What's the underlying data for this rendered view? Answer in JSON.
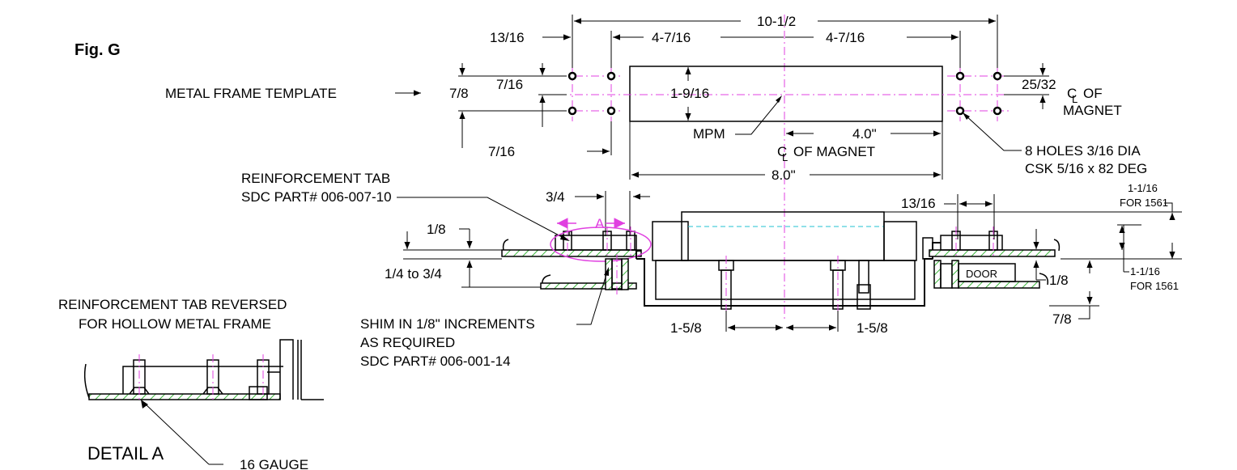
{
  "figure": {
    "title": "Fig. G"
  },
  "template": {
    "label": "METAL FRAME TEMPLATE",
    "dims": {
      "overall": "10-1/2",
      "left_half": "4-7/16",
      "right_half": "4-7/16",
      "edge_offset": "13/16",
      "hole_spacing_v": "7/8",
      "hole_to_center": "7/16",
      "hole_horiz": "7/16",
      "magnet_height": "1-9/16",
      "right_offset": "25/32",
      "magnet_half": "4.0\"",
      "magnet_len": "8.0\""
    },
    "mpm": "MPM",
    "cl_mark": "C",
    "cl_sub": "L",
    "cl_text": "OF MAGNET",
    "cl_right_of": "OF",
    "cl_right_magnet": "MAGNET",
    "holes_note_1": "8 HOLES 3/16 DIA",
    "holes_note_2": "CSK 5/16 x 82 DEG"
  },
  "section": {
    "tab_label_1": "REINFORCEMENT TAB",
    "tab_label_2": "SDC PART# 006-007-10",
    "dim_tab": "3/4",
    "dim_eighth": "1/8",
    "dim_range": "1/4 to 3/4",
    "detail_marker": "A",
    "shim_1": "SHIM IN 1/8\" INCREMENTS",
    "shim_2": "AS REQUIRED",
    "shim_3": "SDC PART# 006-001-14",
    "dim_bolt_l": "1-5/8",
    "dim_bolt_r": "1-5/8",
    "dim_13_16": "13/16",
    "dim_1561_a": "1-1/16",
    "dim_1561_a_sub": "FOR 1561",
    "dim_1561_b": "1-1/16",
    "dim_1561_b_sub": "FOR 1561",
    "door": "DOOR",
    "dim_eighth_r": "1/8",
    "dim_seven_eighths": "7/8"
  },
  "detail": {
    "heading_1": "REINFORCEMENT TAB REVERSED",
    "heading_2": "FOR HOLLOW METAL FRAME",
    "title": "DETAIL A",
    "gauge": "16 GAUGE"
  },
  "colors": {
    "center_line": "#e040e0",
    "hatch": "#3cb43c",
    "hidden_line": "#20c0d0"
  }
}
